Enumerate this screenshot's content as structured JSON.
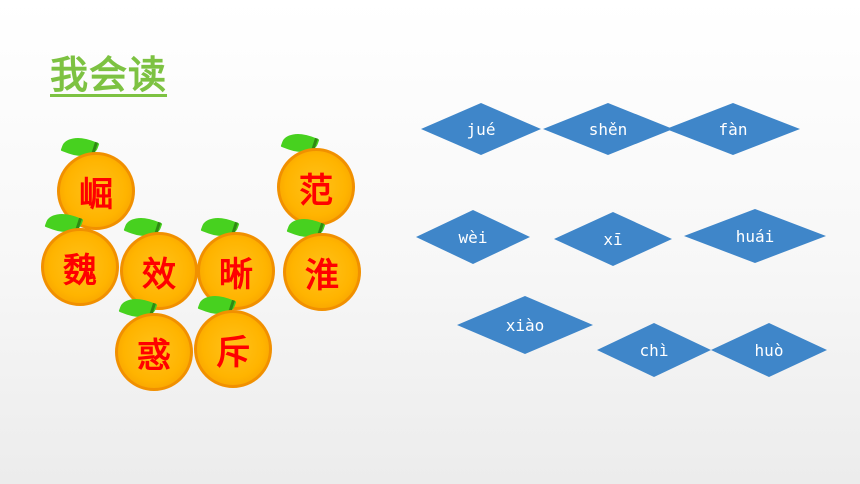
{
  "slide": {
    "title": "我会读",
    "colors": {
      "title": "#7dc242",
      "orange": "#ffb400",
      "leaf": "#47d11f",
      "character": "#ff0000",
      "diamond": "#3f86c9"
    },
    "oranges": [
      {
        "char": "崛",
        "icon": "orange-icon"
      },
      {
        "char": "范",
        "icon": "orange-icon"
      },
      {
        "char": "魏",
        "icon": "orange-icon"
      },
      {
        "char": "效",
        "icon": "orange-icon"
      },
      {
        "char": "晰",
        "icon": "orange-icon"
      },
      {
        "char": "淮",
        "icon": "orange-icon"
      },
      {
        "char": "惑",
        "icon": "orange-icon"
      },
      {
        "char": "斥",
        "icon": "orange-icon"
      }
    ],
    "pinyin": [
      "jué",
      "shěn",
      "fàn",
      "wèi",
      "xī",
      "huái",
      "xiào",
      "chì",
      "huò"
    ]
  }
}
